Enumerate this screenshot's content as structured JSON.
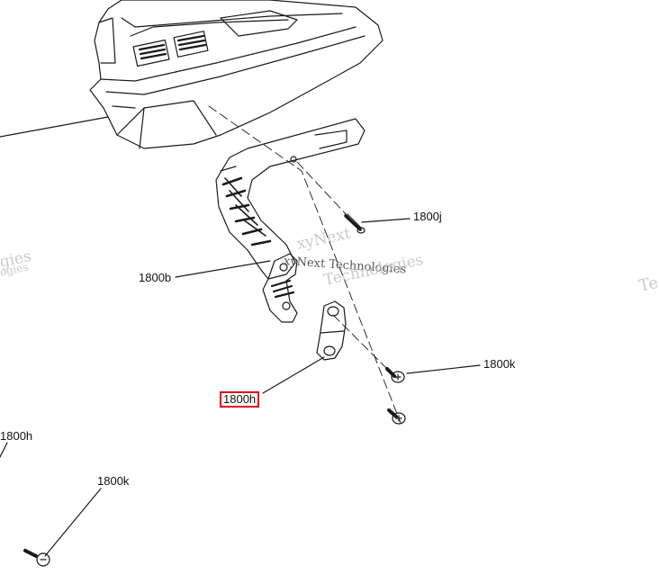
{
  "diagram": {
    "labels": {
      "j": "1800j",
      "b": "1800b",
      "k_right": "1800k",
      "h_selected": "1800h",
      "h_left": "1800h",
      "k_left": "1800k"
    },
    "watermark": {
      "center_line1": "xyNext",
      "center_line2": "xyNext Technologies",
      "center_line3": "Technologies",
      "left": "gies",
      "left2": "ogies",
      "right": "Te"
    },
    "colors": {
      "line": "#1a1a1a",
      "highlight": "#e3001b",
      "watermark": "#b9b9b9"
    }
  }
}
